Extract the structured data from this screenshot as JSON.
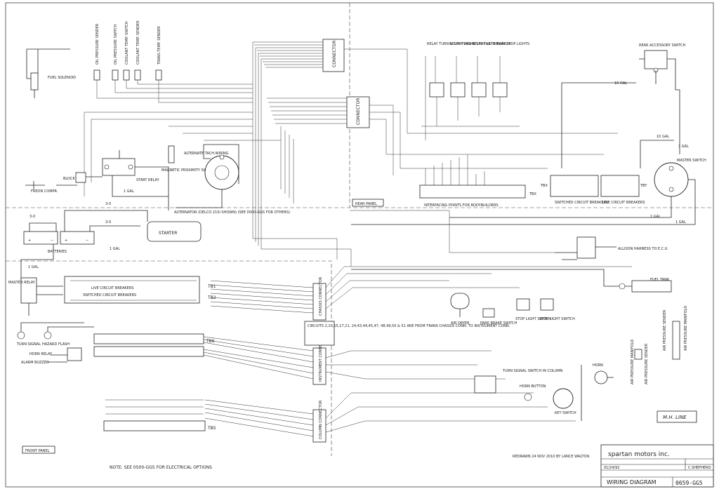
{
  "components": {
    "fuel_solenoid": "FUEL\nSOLENOID",
    "oil_pressure_sender": "OIL PRESSURE\nSENDER",
    "oil_pressure_switch": "OIL PRESSURE\nSWITCH",
    "coolant_temp_switch": "COOLANT TEMP.\nSWITCH",
    "coolant_temp_sender": "COOLANT TEMP.\nSENDER",
    "trans_temp_sender": "TRANS.TEMP.\nSENDER",
    "connector_top": "CONNECTOR",
    "connector_mid": "CONNECTOR",
    "relay_turn_stop_right": "RELAY\nTURN & STOP\nRIGHT",
    "relay_turn_stop_left": "RELAY\nTURN & STOP\nLEFT",
    "relay_tail_marker": "RELAY\nTAIL &\nMARKER",
    "relay_stop_lights": "RELAY\nSTOP\nLIGHTS",
    "rear_accessory_switch": "REAR ACCESSORY SWITCH",
    "freon_compr": "FREON\nCOMPR.",
    "block": "BLOCK",
    "start_relay": "START RELAY",
    "magnetic_proximity_switch": "MAGNETIC\nPROXIMITY\nSWITCH\nTACH.",
    "alternate_tach_wiring": "ALTERNATE\nTACH.WIRING",
    "alternator": "ALTERNATOR\n(DELCO 21SI SHOWN)\n(SEE 0500-GG5 FOR OTHERS)",
    "starter": "STARTER",
    "batteries": "BATTERIES",
    "rear_panel": "REAR PANEL",
    "tbx": "TBX",
    "interfacing_points": "INTERFACING POINTS FOR BODYBUILDERS",
    "switched_circuit_breakers": "SWITCHED CIRCUIT BREAKERS",
    "live_circuit_breakers": "LIVE CIRCUIT BREAKERS",
    "tbx_left": "TBX",
    "tby": "TBY",
    "master_switch_rear": "MASTER SWITCH",
    "allison_harness": "ALLISON HARNESS TO E.C.U.",
    "fuel_tank": "FUEL TANK",
    "master_relay": "MASTER\nRELAY",
    "live_circuit_breakers_front": "LIVE CIRCUIT BREAKERS",
    "switched_circuit_breakers_front": "SWITCHED CIRCUIT BREAKERS",
    "tb1": "TB1",
    "tb2": "TB2",
    "tb6": "TB6",
    "tb5": "TB5",
    "chassis_connector": "CHASSIS\nCONNECTOR",
    "instrument_connector": "INSTRUMENT\nCONNECTOR",
    "column_connector": "COLUMN\nCONNECTOR",
    "air_dryer": "AIR DRYER",
    "park_brake_switch": "PARK BRAKE\nSWITCH",
    "stop_light_switch_1": "STOP LIGHT\nSWITCH",
    "stop_light_switch_2": "STOP LIGHT\nSWITCH",
    "turn_signal": "TURN\nSIGNAL",
    "hazard_flash": "HAZARD\nFLASH",
    "horn_relay": "HORN RELAY",
    "alarm_buzzer": "ALARM BUZZER",
    "turn_signal_switch": "TURN SIGNAL\nSWITCH IN\nCOLUMN",
    "horn_button": "HORN BUTTON",
    "horn": "HORN",
    "key_switch": "KEY SWITCH",
    "air_pressure_manifold_1": "AIR PRESSURE MANIFOLD",
    "air_pressure_manifold_2": "AIR PRESSURE MANIFOLD",
    "air_pressure_sender": "AIR PRESSURE\nSENDER",
    "front_panel": "FRONT PANEL",
    "circuits_note": "CIRCUITS\n2,10,15,17,21,\n24,43,44,45,47,\n48,49,50 & 51\nARE FROM\nTRANS CHASSIS CONN.\nTO INSTRUMENT CONN."
  },
  "annotations": {
    "wire_1gal_a": "1 GAL",
    "wire_10gal_a": "10 GAL",
    "wire_10gal_b": "10 GAL",
    "wire_1gal_b": "1 GAL",
    "wire_1gal_c": "1 GAL",
    "wire_1gal_d": "1 GAL",
    "wire_1gal_e": "1 GAL",
    "wire_3o_a": "3-0",
    "wire_3o_b": "3-0",
    "wire_3o_c": "3-0",
    "wire_1gal_f": "1 GAL",
    "wire_1gal_g": "1 GAL",
    "mh_line": "M.H. LINE",
    "note": "NOTE: SEE 0500-GG5 FOR ELECTRICAL OPTIONS",
    "redrawn": "REDRAWN 24 NOV 2010 BY LANCE WALTON"
  },
  "title_block": {
    "company": "spartan motors inc.",
    "date": "01/24/92",
    "drawn_by": "C.SHEPHERD",
    "title": "WIRING DIAGRAM",
    "subtitle": "REAR ENGINE CHASSIS WIRING DIAG.",
    "drawing_number": "0659-GG5"
  }
}
